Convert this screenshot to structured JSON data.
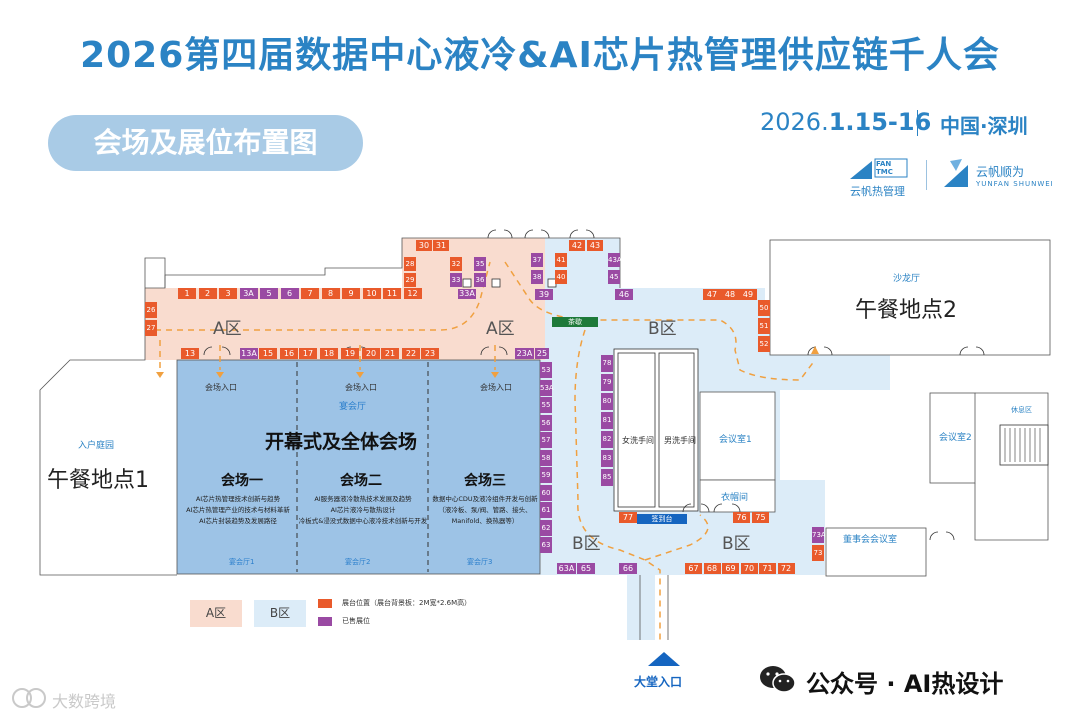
{
  "header": {
    "title": "2026第四届数据中心液冷&AI芯片热管理供应链千人会",
    "subtitle": "会场及展位布置图",
    "date_prefix": "2026.",
    "date_bold": "1.15-16",
    "city": "中国·深圳",
    "logo1_text": "云帆热管理",
    "logo1_mark": "FAN TMC",
    "logo2_text": "云帆顺为",
    "logo2_sub": "YUNFAN SHUNWEI"
  },
  "colors": {
    "primary": "#2b83c4",
    "zone_a": "#f9dccf",
    "zone_b": "#dcecf8",
    "main_hall": "#9dc3e6",
    "booth_position": "#e95a2b",
    "booth_sold": "#9a4aa3",
    "tea": "#1e7a3a",
    "sign_in": "#1565c0"
  },
  "map": {
    "main_hall_title": "开幕式及全体会场",
    "banquet_hall": "宴会厅",
    "halls": [
      {
        "name": "会场一",
        "entrance": "会场入口",
        "sub": "宴会厅1",
        "topics": [
          "AI芯片热管理技术创新与趋势",
          "AI芯片热管理产业的技术与材料革新",
          "AI芯片封装趋势及发展路径"
        ]
      },
      {
        "name": "会场二",
        "entrance": "会场入口",
        "sub": "宴会厅2",
        "topics": [
          "AI服务器液冷散热技术发展及趋势",
          "AI芯片液冷与散热设计",
          "冷板式&浸没式数据中心液冷技术创新与开发"
        ]
      },
      {
        "name": "会场三",
        "entrance": "会场入口",
        "sub": "宴会厅3",
        "topics": [
          "数据中心CDU及液冷组件开发与创新",
          "（液冷板、泵/阀、管路、接头、",
          "Manifold、换热器等）"
        ]
      }
    ],
    "zone_labels": {
      "a1": "A区",
      "a2": "A区",
      "b1": "B区",
      "b2": "B区",
      "b3": "B区"
    },
    "lunch1": "午餐地点1",
    "lunch1_area": "入户庭园",
    "lunch2": "午餐地点2",
    "lunch2_area": "沙龙厅",
    "tea": "茶歇",
    "sign_in": "签到台",
    "restroom_female": "女洗手间",
    "restroom_male": "男洗手间",
    "meeting_room1": "会议室1",
    "meeting_room2": "会议室2",
    "cloakroom": "衣帽间",
    "rest_area": "休息区",
    "board_room": "董事会会议室",
    "lobby_entrance": "大堂入口",
    "booths": {
      "top_row": [
        "1",
        "2",
        "3",
        "3A",
        "5",
        "6",
        "7",
        "8",
        "9",
        "10",
        "11",
        "12"
      ],
      "row13": [
        "13",
        "13A",
        "15",
        "16",
        "17",
        "18",
        "19",
        "20",
        "21",
        "22",
        "23",
        "23A",
        "25"
      ],
      "left_col": [
        "26",
        "27"
      ],
      "nook": [
        "28",
        "29",
        "30",
        "31",
        "32",
        "33",
        "33A",
        "35",
        "36",
        "37",
        "38",
        "39",
        "40",
        "41",
        "42",
        "43",
        "43A",
        "45",
        "46"
      ],
      "right_top": [
        "47",
        "48",
        "49"
      ],
      "col50": [
        "50",
        "51",
        "52"
      ],
      "col53": [
        "53",
        "53A",
        "55",
        "56",
        "57",
        "58",
        "59",
        "60",
        "61",
        "62",
        "63",
        "63A",
        "65",
        "66"
      ],
      "bottom": [
        "67",
        "68",
        "69",
        "70",
        "71",
        "72"
      ],
      "col73": [
        "73",
        "73A"
      ],
      "misc": [
        "75",
        "76",
        "77"
      ],
      "col78": [
        "78",
        "79",
        "80",
        "81",
        "82",
        "83",
        "85"
      ]
    }
  },
  "legend": {
    "zone_a": "A区",
    "zone_b": "B区",
    "booth_position": "展台位置（展台背景板：2M宽*2.6M高）",
    "booth_sold": "已售展位"
  },
  "footer": {
    "wechat": "公众号 · AI热设计",
    "watermark": "大数跨境"
  }
}
